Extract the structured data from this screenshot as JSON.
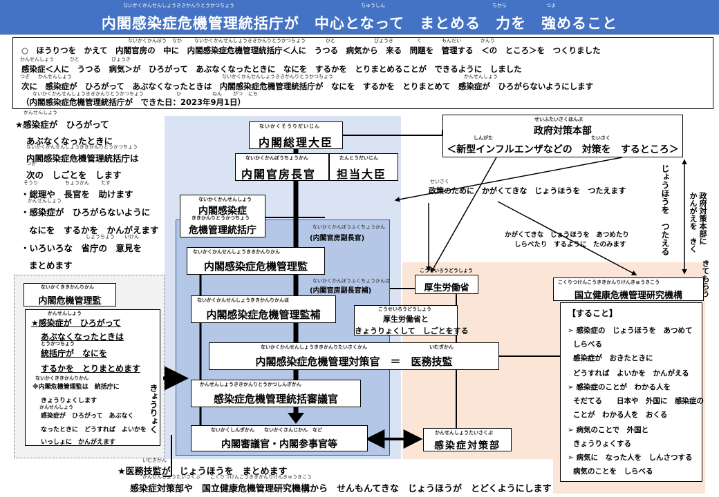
{
  "header": {
    "title": "内閣感染症危機管理統括庁が　中心となって　まとめる　力を　強めること",
    "ruby": [
      "ないかくかんせんしょうききかんりとうかつちょう",
      "ちゅうしん",
      "ちから",
      "つよ"
    ]
  },
  "intro": {
    "lines": [
      "○　ほうりつを　かえて　内閣官房の　中に　内閣感染症危機管理統括庁＜人に　うつる　病気から　来る　問題を　管理する　＜の　ところ＞を　つくりました",
      "感染症＜人に　うつる　病気＞が　ひろがって　あぶなくなったときに　なにを　するかを　とりまとめることが　できるように　しました",
      "次に　感染症が　ひろがって　あぶなくなったときは　内閣感染症危機管理統括庁が　なにを　するかを　とりまとめて　感染症が　ひろがらないようにします",
      "（内閣感染症危機管理統括庁が　できた日：2023年9月1日）"
    ],
    "ruby": [
      "ないかくかんぼう",
      "なか",
      "ないかくかんせんしょうききかんりとうかつちょう",
      "ひと",
      "びょうき",
      "く",
      "もんだい",
      "かんり",
      "かんせんしょう",
      "ひと",
      "びょうき",
      "つぎ",
      "かんせんしょう",
      "ないかくかんせんしょうききかんりとうかつちょう",
      "かんせんしょう",
      "ないかくかんせんしょうききかんりとうかつちょう",
      "ひ",
      "ねん",
      "がつ",
      "にち"
    ]
  },
  "left_notes": {
    "lines": [
      "★感染症が　ひろがって",
      "あぶなくなったときに",
      "内閣感染症危機管理統括庁は",
      "次の　しごとを　します",
      "・総理や　長官を　助けます",
      "・感染症が　ひろがらないように",
      "なにを　するかを　かんがえます",
      "・いろいろな　省庁の　意見を",
      "まとめます"
    ],
    "ruby": [
      "かんせんしょう",
      "ないかくかんせんしょうききかんりとうかつちょう",
      "つぎ",
      "そうり",
      "ちょうかん",
      "たす",
      "かんせんしょう",
      "しょうちょう",
      "いけん"
    ]
  },
  "crisis_box": {
    "title": "内閣危機管理監",
    "ruby": "ないかくききかんりかん",
    "heading": [
      "★感染症が　ひろがって",
      "あぶなくなったときは",
      "統括庁が　なにを",
      "するかを　とりまとめます"
    ],
    "note": [
      "※内閣危機管理監は　統括庁に",
      "きょうりょくします",
      "感染症が　ひろがって　あぶなく",
      "なったときに　どうすれば　よいかを",
      "いっしょに　かんがえます"
    ],
    "small_ruby": [
      "かんせんしょう",
      "とうかつちょう",
      "ないかくききかんりかん",
      "とうかつちょう",
      "かんせんしょう"
    ]
  },
  "cooperate_label": "きょうりょく",
  "org": {
    "pm": {
      "label": "内閣総理大臣",
      "ruby": "ないかくそうりだいじん"
    },
    "ccs": {
      "label": "内閣官房長官",
      "ruby": "ないかくかんぼうちょうかん",
      "minister": "担当大臣",
      "minister_ruby": "たんとうだいじん"
    },
    "agency": {
      "label1": "内閣感染症",
      "label2": "危機管理統括庁",
      "ruby1": "ないかくかんせんしょう",
      "ruby2": "ききかんりとうかつちょう"
    },
    "deputy_note": "(内閣官房副長官)",
    "deputy_ruby": "ないかくかんぼうふくちょうかん",
    "supervisor": {
      "label": "内閣感染症危機管理監",
      "ruby": "ないかくかんせんしょうききかんりかん"
    },
    "asst_note": "(内閣官房副長官補)",
    "asst_ruby": "ないかくかんぼうふくちょうかんほ",
    "supervisor_asst": {
      "label": "内閣感染症危機管理監補",
      "ruby": "ないかくかんせんしょうききかんりかんほ"
    },
    "officer": {
      "label": "内閣感染症危機管理対策官　＝　医務技監",
      "ruby": "ないかくかんせんしょうききかんりたいさくかん",
      "ruby2": "いむぎかん"
    },
    "councillor": {
      "label": "感染症危機管理統括審議官",
      "ruby": "かんせんしょうききかんりとうかつしんぎかん"
    },
    "cabinet": {
      "label": "内閣審議官・内閣参事官等",
      "ruby": "ないかくしんぎかん　　ないかくさんじかん　など"
    }
  },
  "hq": {
    "label1": "政府対策本部",
    "label2": "＜新型インフルエンザなどの　対策を　するところ＞",
    "ruby1": "せいふたいさくほんぶ",
    "ruby2": "しんがた",
    "ruby3": "たいさく"
  },
  "mhlw": {
    "label": "厚生労働省",
    "ruby": "こうせいろうどうしょう"
  },
  "mhlw_coop": {
    "line1": "厚生労働省と",
    "line2": "きょうりょくして　しごとをする",
    "ruby": "こうせいろうどうしょう"
  },
  "infection_dept": {
    "label": "感染症対策部",
    "ruby": "かんせんしょうたいさくぶ"
  },
  "policy_text": "政策のために　かがくてきな　じょうほうを　つたえます",
  "policy_ruby": "せいさく",
  "request_text": [
    "かがくてきな　じょうほうを　あつめたり",
    "しらべたり　するように　たのみます"
  ],
  "vertical_info": "じょうほうを　つたえる",
  "vertical_right1": "政府対策本部に",
  "vertical_right2": "かんがえを　きく",
  "vertical_right3": "きてもらう",
  "vertical_right_ruby": "せいふたいさくほんぶ",
  "institute": {
    "label": "国立健康危機管理研究機構",
    "ruby": "こくりつけんこうききかんりけんきゅうきこう",
    "tasks_title": "【すること】",
    "tasks": [
      "➢ 感染症の　じょうほうを　あつめて",
      "しらべる",
      "感染症が　おきたときに",
      "どうすれば　よいかを　かんがえる",
      "➢ 感染症のことが　わかる人を",
      "そだてる　　日本や　外国に　感染症の",
      "ことが　わかる人を　おくる",
      "➢ 病気のことで　外国と",
      "きょうりょくする",
      "➢ 病気に　なった人を　しんさつする",
      "病気のことを　しらべる"
    ]
  },
  "bottom": {
    "line1": "★医務技監が　じょうほうを　まとめます",
    "line2": "感染症対策部や　国立健康危機管理研究機構から　せんもんてきな　じょうほうが　とどくようにします",
    "ruby1": "いむぎかん",
    "ruby2": "かんせんしょうたいさくぶ　　こくりつけんこうききかんりけんきゅうきこう"
  }
}
